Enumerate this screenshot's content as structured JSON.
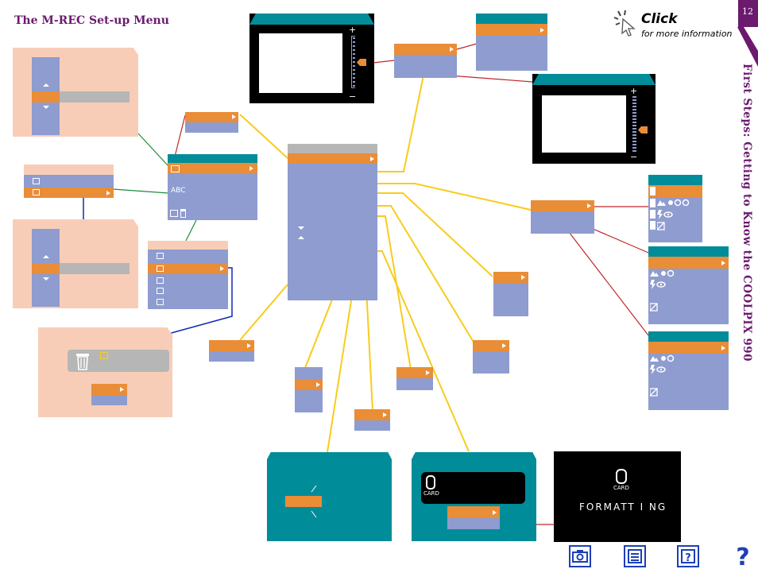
{
  "page": {
    "title": "The M-REC Set-up Menu",
    "page_number": "12",
    "side_title": "First Steps: Getting to Know the COOLPIX 990"
  },
  "click_hint": {
    "label": "Click",
    "sublabel": "for more information"
  },
  "screens": {
    "abc_label": "ABC",
    "card_label": "CARD",
    "formatting_text": "FORMATT I NG",
    "zero_digit": "0",
    "plus_sign": "+",
    "minus_sign": "−"
  },
  "icons": {
    "camera_nav": "camera-icon",
    "menu_nav": "menu-list-icon",
    "help_nav": "help-book-icon",
    "question_nav": "question-icon"
  },
  "colors": {
    "title_purple": "#6b1a6e",
    "menu_orange": "#e98d37",
    "menu_blue": "#8e9cd0",
    "panel_peach": "#f8cdb8",
    "screen_teal": "#008c99",
    "line_yellow": "#f8cc1c",
    "line_red": "#c0282d",
    "line_green": "#1a8c3a",
    "line_navy": "#1428b4",
    "nav_blue": "#1d3fb5"
  }
}
